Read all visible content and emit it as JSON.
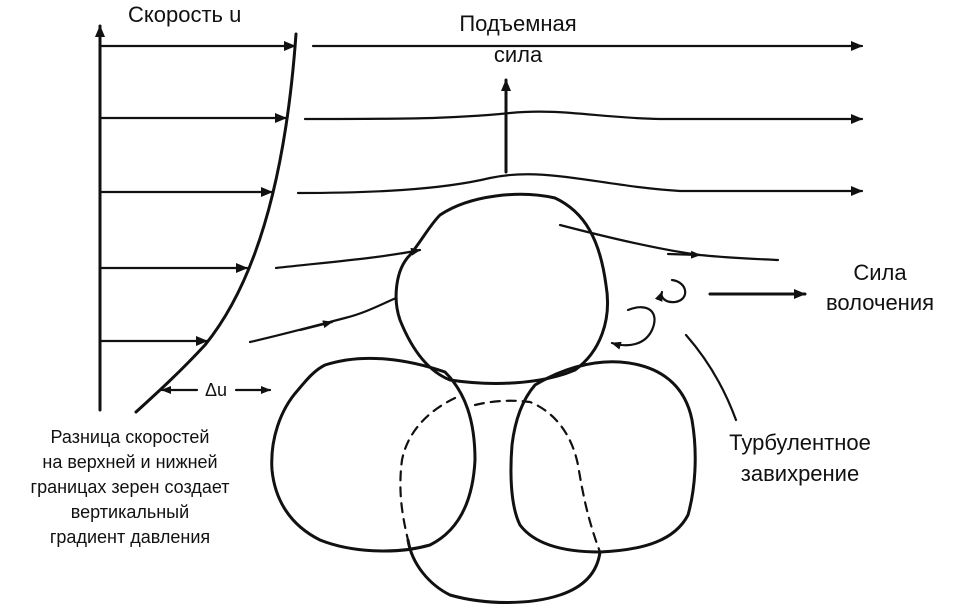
{
  "labels": {
    "velocity": "Скорость u",
    "lift_line1": "Подъемная",
    "lift_line2": "сила",
    "drag_line1": "Сила",
    "drag_line2": "волочения",
    "delta_u": "Δu",
    "turbulence_line1": "Турбулентное",
    "turbulence_line2": "завихрение",
    "gradient_line1": "Разница скоростей",
    "gradient_line2": "на верхней и нижней",
    "gradient_line3": "границах зерен создает",
    "gradient_line4": "вертикальный",
    "gradient_line5": "градиент давления"
  },
  "colors": {
    "ink": "#111111",
    "background": "#ffffff"
  },
  "icons": {
    "arrowhead": "filled-triangle"
  }
}
